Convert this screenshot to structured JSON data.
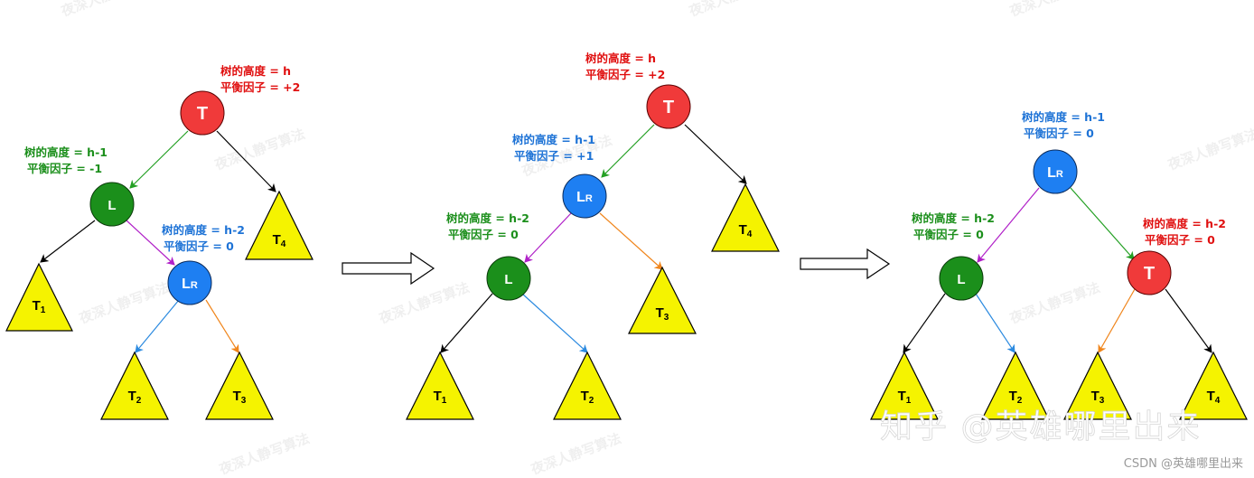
{
  "colors": {
    "red": "#f03a3a",
    "green": "#1b8f1b",
    "blue": "#1e7ff2",
    "label_red": "#e01010",
    "label_green": "#1c8f1c",
    "label_blue": "#1e73d6",
    "edge_black": "#000000",
    "edge_green": "#23a023",
    "edge_purple": "#b020c8",
    "edge_blue": "#2b8ae0",
    "edge_orange": "#f0851b",
    "triangle": "#f5f300"
  },
  "diagrams": [
    {
      "labels": {
        "t_height": "树的高度 = h",
        "t_balance": "平衡因子 = +2",
        "l_height": "树的高度 = h-1",
        "l_balance": "平衡因子 = -1",
        "lr_height": "树的高度 = h-2",
        "lr_balance": "平衡因子 = 0"
      },
      "nodes": {
        "t": "T",
        "l": "L",
        "lr_main": "L",
        "lr_sub": "R"
      },
      "subtrees": [
        "T",
        "T",
        "T",
        "T"
      ],
      "subtree_subs": [
        "1",
        "2",
        "3",
        "4"
      ]
    },
    {
      "labels": {
        "t_height": "树的高度 = h",
        "t_balance": "平衡因子 = +2",
        "lr_height": "树的高度 = h-1",
        "lr_balance": "平衡因子 = +1",
        "l_height": "树的高度 = h-2",
        "l_balance": "平衡因子 = 0"
      },
      "nodes": {
        "t": "T",
        "l": "L",
        "lr_main": "L",
        "lr_sub": "R"
      },
      "subtrees": [
        "T",
        "T",
        "T",
        "T"
      ],
      "subtree_subs": [
        "1",
        "2",
        "3",
        "4"
      ]
    },
    {
      "labels": {
        "lr_height": "树的高度 = h-1",
        "lr_balance": "平衡因子 = 0",
        "l_height": "树的高度 = h-2",
        "l_balance": "平衡因子 = 0",
        "t_height": "树的高度 = h-2",
        "t_balance": "平衡因子 = 0"
      },
      "nodes": {
        "t": "T",
        "l": "L",
        "lr_main": "L",
        "lr_sub": "R"
      },
      "subtrees": [
        "T",
        "T",
        "T",
        "T"
      ],
      "subtree_subs": [
        "1",
        "2",
        "3",
        "4"
      ]
    }
  ],
  "watermarks": {
    "faint": "夜深人静写算法",
    "zhihu": "知乎 @英雄哪里出来",
    "csdn": "CSDN @英雄哪里出来"
  }
}
